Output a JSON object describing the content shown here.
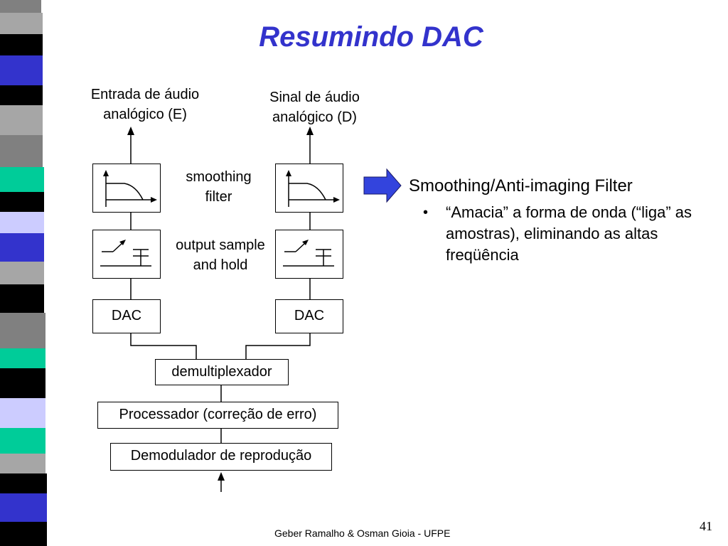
{
  "slide": {
    "title": "Resumindo DAC",
    "footer": "Geber Ramalho & Osman Gioia - UFPE",
    "page_number": "41"
  },
  "diagram": {
    "left_output_label_line1": "Entrada de áudio",
    "left_output_label_line2": "analógico (E)",
    "right_output_label_line1": "Sinal de áudio",
    "right_output_label_line2": "analógico (D)",
    "smoothing_label_line1": "smoothing",
    "smoothing_label_line2": "filter",
    "sample_hold_label_line1": "output sample",
    "sample_hold_label_line2": "and hold",
    "dac_left": "DAC",
    "dac_right": "DAC",
    "demux": "demultiplexador",
    "processor": "Processador (correção de erro)",
    "demodulator": "Demodulador de reprodução"
  },
  "notes": {
    "heading": "Smoothing/Anti-imaging Filter",
    "bullet_char": "•",
    "bullet_text": "“Amacia” a forma de onda (“liga” as amostras), eliminando as altas freqüência"
  },
  "colors": {
    "title": "#3333cc",
    "arrow_fill": "#3344dd",
    "stripe_palette": [
      "#a6a6a6",
      "#000000",
      "#3333cc",
      "#00cc99",
      "#ccccff",
      "#808080"
    ]
  },
  "icons": {
    "pointer": "block-arrow-right-icon",
    "filter": "lowpass-filter-icon",
    "sample_hold": "sample-hold-switch-icon"
  }
}
